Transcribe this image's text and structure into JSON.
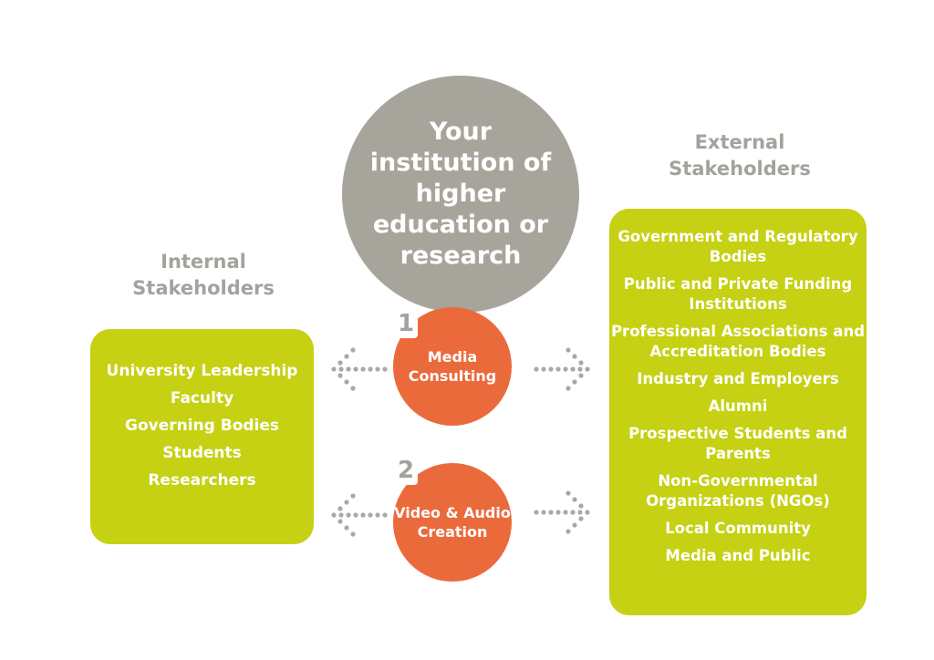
{
  "center": {
    "title": "Your institution of higher education or research"
  },
  "internal": {
    "heading": "Internal Stakeholders",
    "items": [
      "University Leadership",
      "Faculty",
      "Governing Bodies",
      "Students",
      "Researchers"
    ]
  },
  "external": {
    "heading": "External Stakeholders",
    "items": [
      "Government and Regulatory Bodies",
      "Public and Private Funding Institutions",
      "Professional Associations and Accreditation Bodies",
      "Industry and Employers",
      "Alumni",
      "Prospective Students and Parents",
      "Non-Governmental Organizations (NGOs)",
      "Local Community",
      "Media and Public"
    ]
  },
  "services": [
    {
      "number": "1",
      "label": "Media Consulting"
    },
    {
      "number": "2",
      "label": "Video & Audio Creation"
    }
  ],
  "colors": {
    "gray": "#a7a59b",
    "green": "#c5d112",
    "orange": "#eb6a3c",
    "heading": "#a3a29c",
    "arrow": "#a9a8a2"
  }
}
